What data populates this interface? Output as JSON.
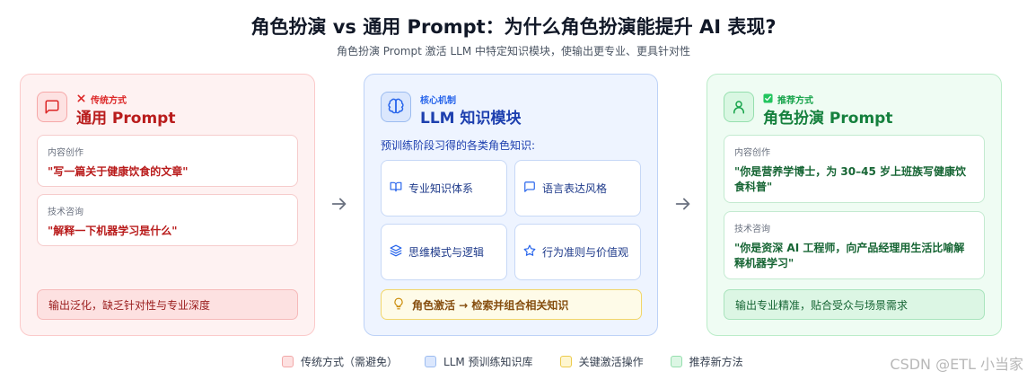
{
  "header": {
    "title": "角色扮演 vs 通用 Prompt：为什么角色扮演能提升 AI 表现?",
    "subtitle": "角色扮演 Prompt 激活 LLM 中特定知识模块，使输出更专业、更具针对性"
  },
  "left_panel": {
    "tag": "传统方式",
    "title": "通用 Prompt",
    "cards": [
      {
        "label": "内容创作",
        "text": "\"写一篇关于健康饮食的文章\""
      },
      {
        "label": "技术咨询",
        "text": "\"解释一下机器学习是什么\""
      }
    ],
    "footer": "输出泛化，缺乏针对性与专业深度",
    "icon": "message-square-icon",
    "tag_icon": "x-icon"
  },
  "middle_panel": {
    "tag": "核心机制",
    "title": "LLM 知识模块",
    "intro": "预训练阶段习得的各类角色知识:",
    "modules": [
      {
        "label": "专业知识体系",
        "icon": "book-icon"
      },
      {
        "label": "语言表达风格",
        "icon": "message-icon"
      },
      {
        "label": "思维模式与逻辑",
        "icon": "layers-icon"
      },
      {
        "label": "行为准则与价值观",
        "icon": "star-icon"
      }
    ],
    "activation": "角色激活 → 检索并组合相关知识",
    "activation_icon": "lightbulb-icon",
    "icon": "brain-icon"
  },
  "right_panel": {
    "tag": "推荐方式",
    "title": "角色扮演 Prompt",
    "cards": [
      {
        "label": "内容创作",
        "text": "\"你是营养学博士，为 30–45 岁上班族写健康饮食科普\""
      },
      {
        "label": "技术咨询",
        "text": "\"你是资深 AI 工程师，向产品经理用生活比喻解释机器学习\""
      }
    ],
    "footer": "输出专业精准，贴合受众与场景需求",
    "icon": "user-icon",
    "tag_icon": "check-square-icon"
  },
  "legend": [
    {
      "label": "传统方式（需避免）",
      "color": "#fde1e1",
      "border": "#f2a8a8"
    },
    {
      "label": "LLM 预训练知识库",
      "color": "#dbe7fd",
      "border": "#9cbcf0"
    },
    {
      "label": "关键激活操作",
      "color": "#fef6d0",
      "border": "#eccb4d"
    },
    {
      "label": "推荐新方法",
      "color": "#dcf6e4",
      "border": "#95dfae"
    }
  ],
  "watermark": "CSDN @ETL 小当家",
  "colors": {
    "red": "#dc2626",
    "blue": "#2563eb",
    "green": "#16a34a",
    "yellow": "#ca8a04"
  }
}
